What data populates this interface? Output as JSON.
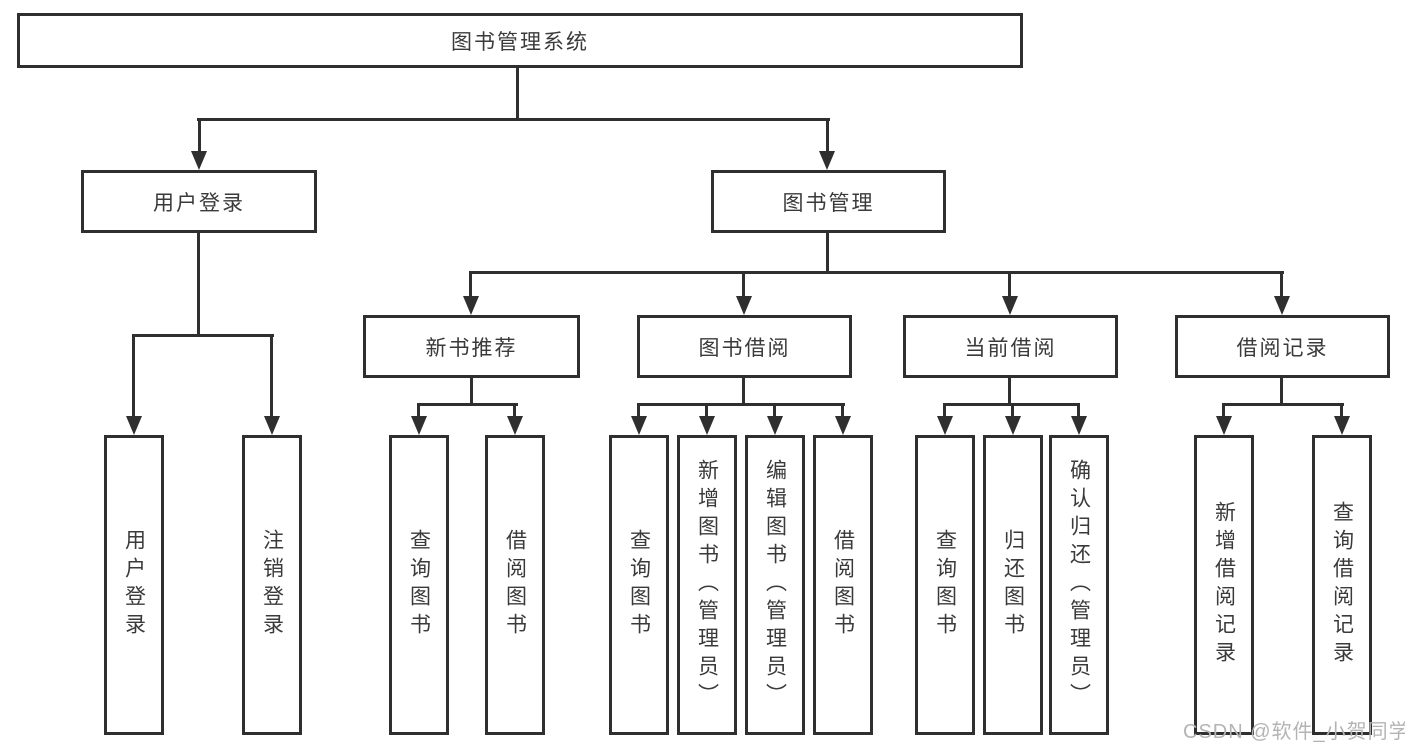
{
  "tree": {
    "root": "图书管理系统",
    "children": [
      {
        "label": "用户登录",
        "children": [
          {
            "label": "用户登录"
          },
          {
            "label": "注销登录"
          }
        ]
      },
      {
        "label": "图书管理",
        "children": [
          {
            "label": "新书推荐",
            "children": [
              {
                "label": "查询图书"
              },
              {
                "label": "借阅图书"
              }
            ]
          },
          {
            "label": "图书借阅",
            "children": [
              {
                "label": "查询图书"
              },
              {
                "label": "新增图书（管理员）"
              },
              {
                "label": "编辑图书（管理员）"
              },
              {
                "label": "借阅图书"
              }
            ]
          },
          {
            "label": "当前借阅",
            "children": [
              {
                "label": "查询图书"
              },
              {
                "label": "归还图书"
              },
              {
                "label": "确认归还（管理员）"
              }
            ]
          },
          {
            "label": "借阅记录",
            "children": [
              {
                "label": "新增借阅记录"
              },
              {
                "label": "查询借阅记录"
              }
            ]
          }
        ]
      }
    ]
  },
  "watermark": {
    "text": "CSDN @软件_小贺同学"
  },
  "colors": {
    "line": "#2f2f2f",
    "text": "#3a3a3a",
    "watermark": "#b4b4b4",
    "background": "#ffffff"
  }
}
